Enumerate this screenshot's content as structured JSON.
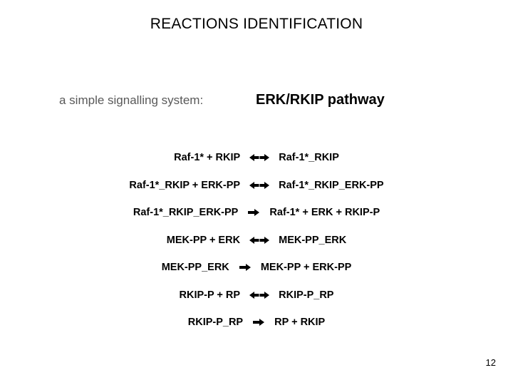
{
  "slide": {
    "title": "REACTIONS IDENTIFICATION",
    "page_number": "12",
    "subtitle": {
      "lead": "a simple signalling system:",
      "strong": "ERK/RKIP pathway"
    },
    "colors": {
      "background": "#ffffff",
      "title_text": "#000000",
      "subtitle_lead_text": "#595959",
      "subtitle_strong_text": "#000000",
      "reaction_text": "#000000"
    }
  },
  "reactions": [
    {
      "id": "r1",
      "left": "Raf-1*  +  RKIP",
      "arrow": "bidirectional",
      "arrow_glyph": "←→",
      "right": "Raf-1*_RKIP",
      "full": "Raf-1* + RKIP ←→ Raf-1*_RKIP"
    },
    {
      "id": "r2",
      "left": "Raf-1*_RKIP  +  ERK-PP",
      "arrow": "bidirectional",
      "arrow_glyph": "←→",
      "right": "Raf-1*_RKIP_ERK-PP",
      "full": "Raf-1*_RKIP + ERK-PP ←→ Raf-1*_RKIP_ERK-PP"
    },
    {
      "id": "r3",
      "left": "Raf-1*_RKIP_ERK-PP",
      "arrow": "forward",
      "arrow_glyph": "→",
      "right": "Raf-1*  +  ERK  +  RKIP-P",
      "full": "Raf-1*_RKIP_ERK-PP → Raf-1* + ERK + RKIP-P"
    },
    {
      "id": "r4",
      "left": "MEK-PP  +  ERK",
      "arrow": "bidirectional",
      "arrow_glyph": "←→",
      "right": "MEK-PP_ERK",
      "full": "MEK-PP + ERK ←→ MEK-PP_ERK"
    },
    {
      "id": "r5",
      "left": "MEK-PP_ERK",
      "arrow": "forward",
      "arrow_glyph": "→",
      "right": "MEK-PP  +  ERK-PP",
      "full": "MEK-PP_ERK → MEK-PP + ERK-PP"
    },
    {
      "id": "r6",
      "left": "RKIP-P  +  RP",
      "arrow": "bidirectional",
      "arrow_glyph": "←→",
      "right": "RKIP-P_RP",
      "full": "RKIP-P + RP ←→ RKIP-P_RP"
    },
    {
      "id": "r7",
      "left": "RKIP-P_RP",
      "arrow": "forward",
      "arrow_glyph": "→",
      "right": "RP  +  RKIP",
      "full": "RKIP-P_RP → RP + RKIP"
    }
  ]
}
